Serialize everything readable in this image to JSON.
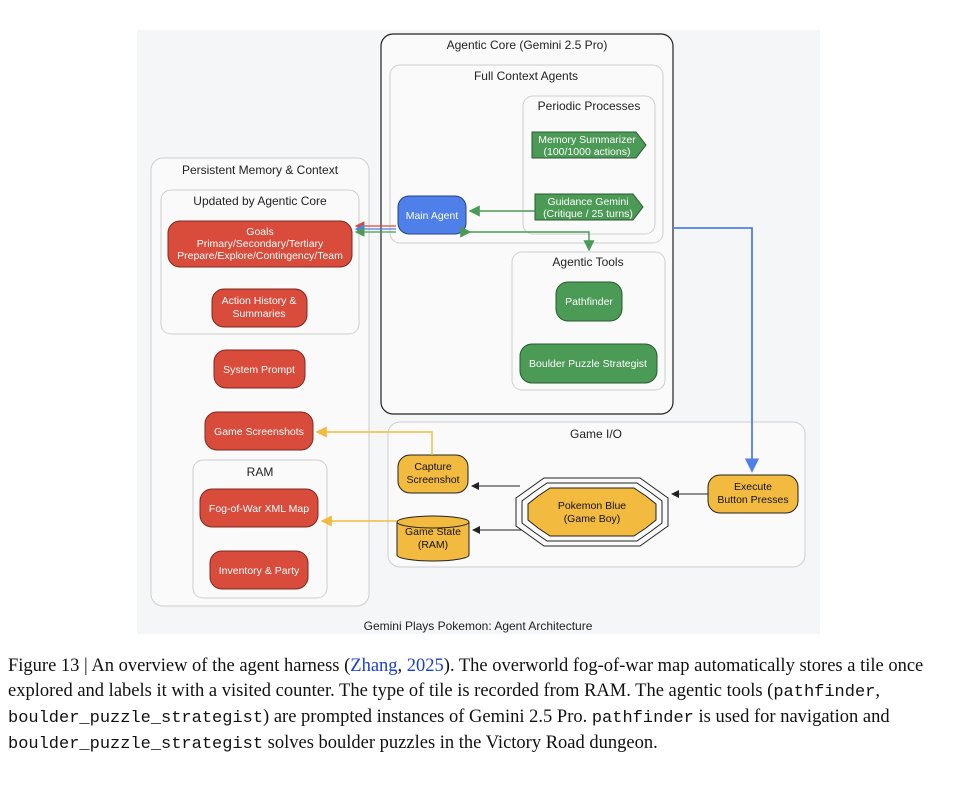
{
  "diagram": {
    "title": "Gemini Plays Pokemon: Agent Architecture",
    "agentic_core": {
      "label": "Agentic Core (Gemini 2.5 Pro)",
      "full_context_agents": "Full Context Agents",
      "periodic_processes": "Periodic Processes",
      "memory_summarizer": [
        "Memory Summarizer",
        "(100/1000 actions)"
      ],
      "guidance_gemini": [
        "Guidance Gemini",
        "(Critique / 25 turns)"
      ],
      "main_agent": "Main Agent",
      "agentic_tools": "Agentic Tools",
      "pathfinder": "Pathfinder",
      "boulder": "Boulder Puzzle Strategist"
    },
    "persistent_memory": {
      "label": "Persistent Memory & Context",
      "updated_by": "Updated by Agentic Core",
      "goals": [
        "Goals",
        "Primary/Secondary/Tertiary",
        "Prepare/Explore/Contingency/Team"
      ],
      "action_history": [
        "Action History &",
        "Summaries"
      ],
      "system_prompt": "System Prompt",
      "game_screenshots": "Game Screenshots",
      "ram": "RAM",
      "fog_map": "Fog-of-War XML Map",
      "inventory": "Inventory & Party"
    },
    "game_io": {
      "label": "Game I/O",
      "capture": [
        "Capture",
        "Screenshot"
      ],
      "pokemon": [
        "Pokemon Blue",
        "(Game Boy)"
      ],
      "execute": [
        "Execute",
        "Button Presses"
      ],
      "game_state": [
        "Game State",
        "(RAM)"
      ]
    },
    "colors": {
      "red": "#d94b3b",
      "green": "#4b9a55",
      "blue": "#4f7fe8",
      "yellow": "#f2bb3f"
    }
  },
  "caption": {
    "prefix": "Figure 13 | An overview of the agent harness (",
    "cite_author": "Zhang",
    "cite_sep": ", ",
    "cite_year": "2025",
    "text1": "). The overworld fog-of-war map automatically stores a tile once explored and labels it with a visited counter. The type of tile is recorded from RAM. The agentic tools (",
    "code1": "pathfinder",
    "sep1": ", ",
    "code2": "boulder_puzzle_strategist",
    "text2": ") are prompted instances of Gemini 2.5 Pro. ",
    "code3": "pathfinder",
    "text3": " is used for navigation and ",
    "code4": "boulder_puzzle_strategist",
    "text4": " solves boulder puzzles in the Victory Road dungeon."
  }
}
